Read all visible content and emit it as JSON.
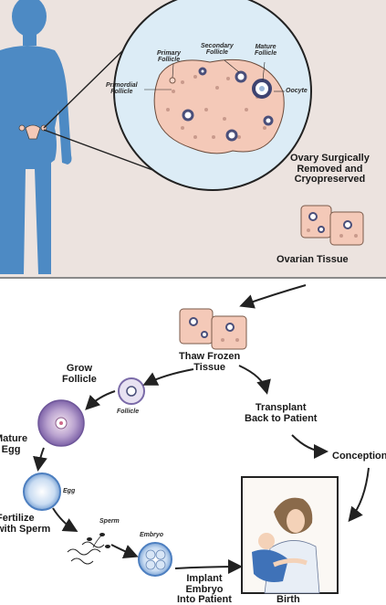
{
  "colors": {
    "top_panel_bg": "#ece3df",
    "silhouette": "#4d8ac4",
    "tissue": "#f4c9b8",
    "follicle_ring": "#5a5f8a",
    "egg_blue": "#a9c8ea",
    "arrow": "#222222"
  },
  "top_panel": {
    "ovary_inset": {
      "labels": {
        "primary": [
          "Primary",
          "Follicle"
        ],
        "secondary": [
          "Secondary",
          "Follicle"
        ],
        "mature": [
          "Mature",
          "Follicle"
        ],
        "primordial": [
          "Primordial",
          "Follicle"
        ],
        "oocyte": "Oocyte"
      }
    },
    "removed_label": [
      "Ovary Surgically",
      "Removed and",
      "Cryopreserved"
    ],
    "tissue_label": "Ovarian Tissue"
  },
  "bottom_panel": {
    "thaw_label": [
      "Thaw Frozen",
      "Tissue"
    ],
    "grow_label": [
      "Grow",
      "Follicle"
    ],
    "follicle_label": "Follicle",
    "mature_label": [
      "Mature",
      "Egg"
    ],
    "egg_label": "Egg",
    "fertilize_label": [
      "Fertilize",
      "with Sperm"
    ],
    "sperm_label": "Sperm",
    "embryo_label": "Embryo",
    "implant_label": [
      "Implant",
      "Embryo",
      "Into Patient"
    ],
    "transplant_label": [
      "Transplant",
      "Back to Patient"
    ],
    "conception_label": "Conception",
    "birth_label": "Birth"
  }
}
